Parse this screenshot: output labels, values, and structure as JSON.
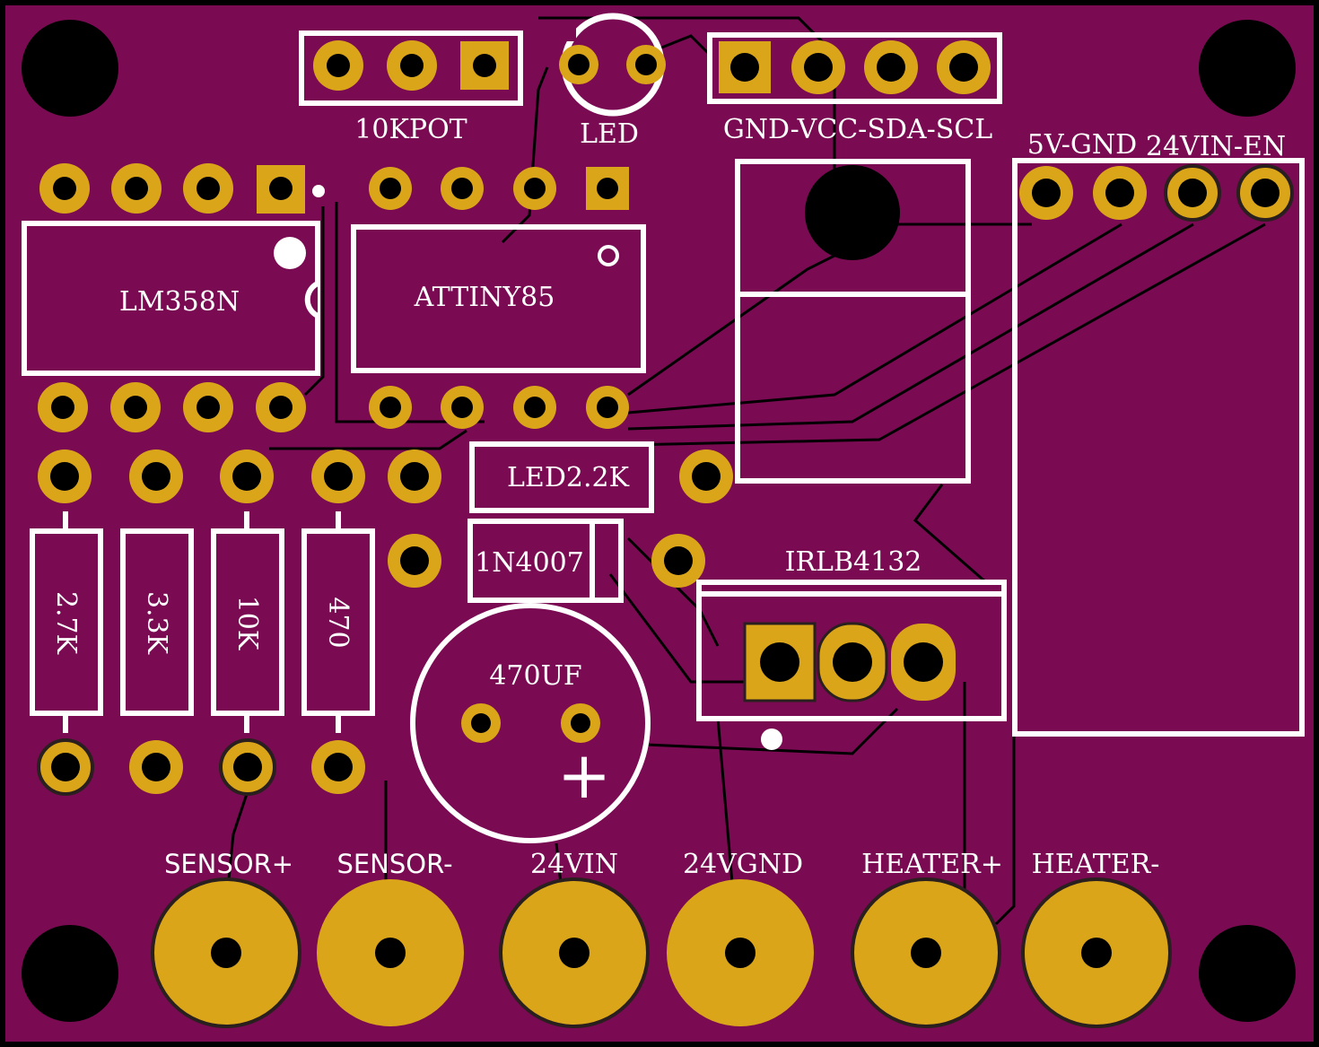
{
  "colors": {
    "board": "#7a0a52",
    "copper": "#dba51a",
    "silkscreen": "#ffffff",
    "hole": "#000000"
  },
  "labels": {
    "pot": "10KPOT",
    "led": "LED",
    "i2c": "GND-VCC-SDA-SCL",
    "pwr": "5V-GND",
    "vin_en": "24VIN-EN",
    "lm358": "LM358N",
    "attiny": "ATTINY85",
    "led_res": "LED2.2K",
    "diode": "1N4007",
    "mosfet": "IRLB4132",
    "cap": "470UF",
    "cap_plus": "+",
    "r1": "2.7K",
    "r2": "3.3K",
    "r3": "10K",
    "r4": "470"
  },
  "terminals": [
    "SENSOR+",
    "SENSOR-",
    "24VIN",
    "24VGND",
    "HEATER+",
    "HEATER-"
  ]
}
